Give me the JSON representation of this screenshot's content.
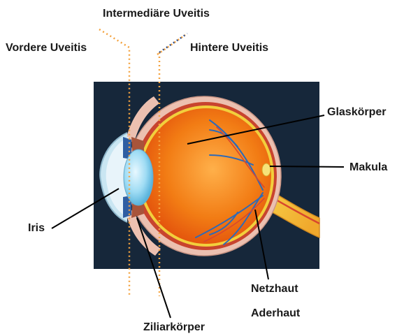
{
  "labels": {
    "intermediate_uveitis": "Intermediäre Uveitis",
    "anterior_uveitis": "Vordere Uveitis",
    "posterior_uveitis": "Hintere Uveitis",
    "vitreous_body": "Glaskörper",
    "macula": "Makula",
    "iris": "Iris",
    "retina": "Netzhaut",
    "choroid": "Aderhaut",
    "ciliary_body": "Ziliarkörper"
  },
  "colors": {
    "background_panel": "#16273a",
    "eyeball_interior": "#ef6a0c",
    "eyeball_glow": "#ffb04a",
    "sclera": "#ecc0b0",
    "choroid_layer": "#c8442e",
    "retina_layer": "#f2cf3c",
    "lens": "#8ad2ee",
    "iris": "#2f5ea2",
    "blood_vessels": "#2d6ab8",
    "optic_nerve": "#f5c030",
    "dotted_guides": "#f4a340",
    "dotted_guide_accent": "#2a4d8f",
    "leader_lines": "#000000"
  }
}
